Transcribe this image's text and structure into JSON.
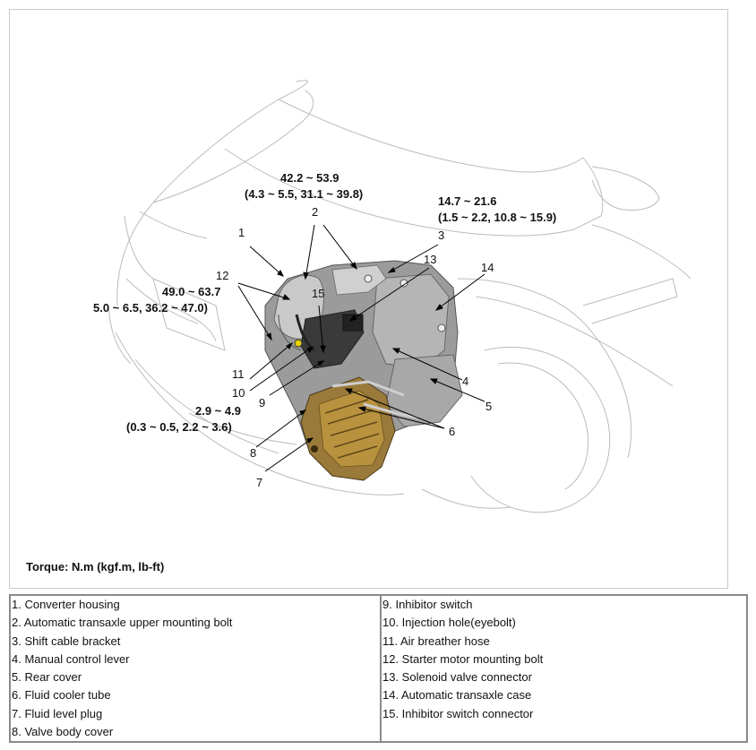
{
  "torque_labels": {
    "upper_mount_nm": "42.2 ~ 53.9",
    "upper_mount_alt": "(4.3 ~ 5.5, 31.1 ~ 39.8)",
    "shift_bracket_nm": "14.7 ~ 21.6",
    "shift_bracket_alt": "(1.5 ~ 2.2, 10.8 ~ 15.9)",
    "starter_nm": "49.0 ~ 63.7",
    "starter_alt": "5.0 ~ 6.5, 36.2 ~ 47.0)",
    "eyebolt_nm": "2.9 ~ 4.9",
    "eyebolt_alt": "(0.3 ~ 0.5, 2.2 ~ 3.6)"
  },
  "callouts": {
    "c1": "1",
    "c2": "2",
    "c3": "3",
    "c4": "4",
    "c5": "5",
    "c6": "6",
    "c7": "7",
    "c8": "8",
    "c9": "9",
    "c10": "10",
    "c11": "11",
    "c12": "12",
    "c13": "13",
    "c14": "14",
    "c15": "15"
  },
  "torque_unit_note": "Torque:  N.m (kgf.m, lb-ft)",
  "legend": {
    "left": [
      "1. Converter housing",
      "2. Automatic transaxle upper mounting bolt",
      "3. Shift cable bracket",
      "4. Manual control lever",
      "5. Rear cover",
      "6. Fluid cooler tube",
      "7. Fluid level plug",
      "8. Valve body cover"
    ],
    "right": [
      "9. Inhibitor switch",
      "10. Injection hole(eyebolt)",
      "11. Air breather hose",
      "12. Starter motor mounting bolt",
      "13. Solenoid valve connector",
      "14. Automatic transaxle case",
      "15. Inhibitor switch connector"
    ]
  }
}
